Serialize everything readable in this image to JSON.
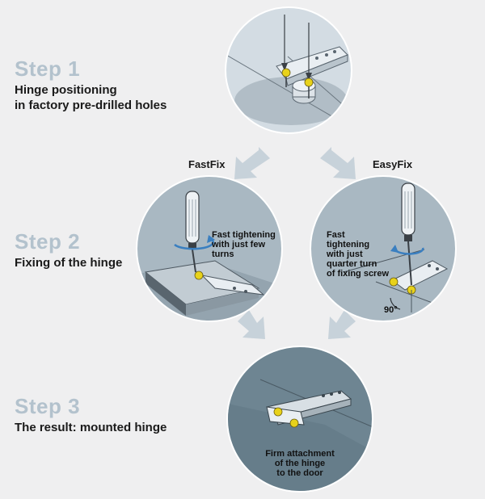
{
  "step1": {
    "title": "Step 1",
    "line1": "Hinge positioning",
    "line2": "in factory pre-drilled holes"
  },
  "step2": {
    "title": "Step 2",
    "desc": "Fixing of the hinge"
  },
  "step3": {
    "title": "Step 3",
    "desc": "The result: mounted hinge"
  },
  "fastfix": {
    "label": "FastFix",
    "line1": "Fast tightening",
    "line2": "with just few",
    "line3": "turns"
  },
  "easyfix": {
    "label": "EasyFix",
    "line1": "Fast",
    "line2": "tightening",
    "line3": "with just",
    "line4": "quarter turn",
    "line5": "of fixing screw",
    "angle": "90°"
  },
  "result": {
    "line1": "Firm attachment",
    "line2": "of the hinge",
    "line3": "to the door"
  },
  "colors": {
    "background": "#efeff0",
    "step_title": "#b3c2cd",
    "arrow": "#c7d2da",
    "screw": "#e8d21a",
    "circle1": "#d3dce3",
    "circle2": "#a9b8c2",
    "circle3": "#6e8592",
    "rotation": "#3a7fc0"
  }
}
